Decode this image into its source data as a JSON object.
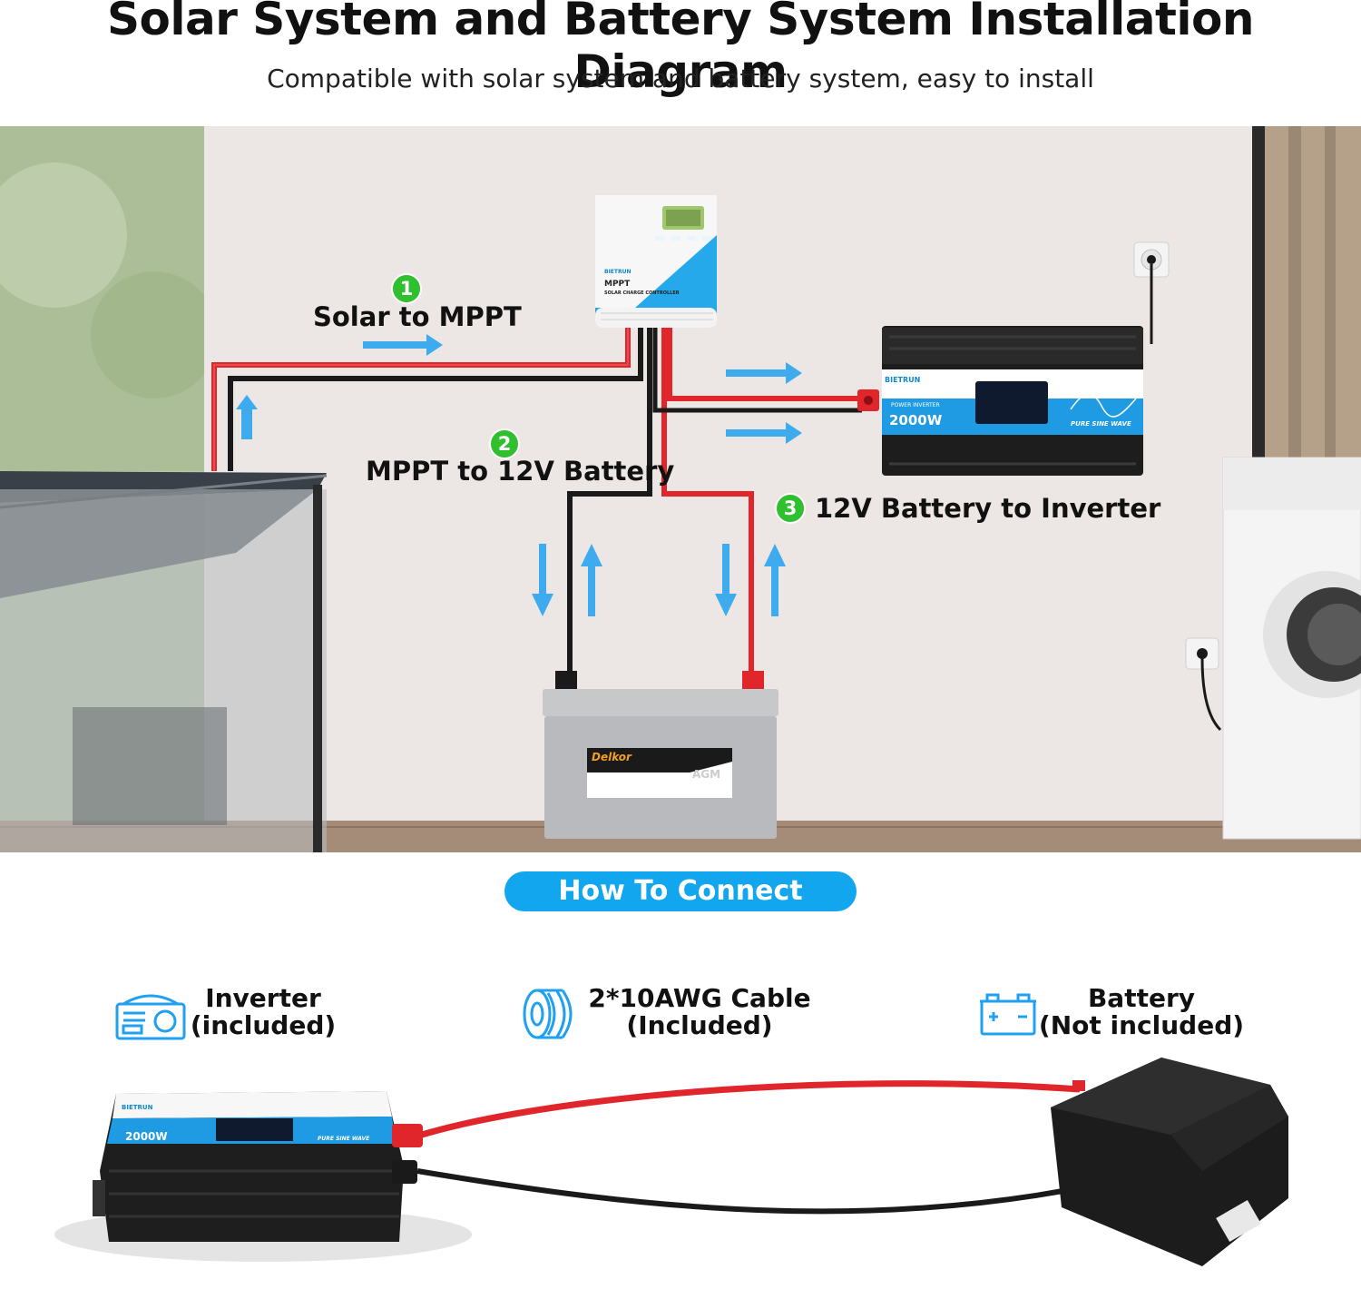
{
  "header": {
    "title": "Solar System and Battery System Installation Diagram",
    "subtitle": "Compatible with solar system and battery system, easy to install"
  },
  "steps": [
    {
      "num": "1",
      "label": "Solar to MPPT"
    },
    {
      "num": "2",
      "label": "MPPT to 12V Battery"
    },
    {
      "num": "3",
      "label": "12V Battery to Inverter"
    }
  ],
  "devices": {
    "controller": {
      "brand": "BIETRUN",
      "model": "MPPT",
      "desc": "SOLAR CHARGE CONTROLLER"
    },
    "inverter": {
      "brand": "BIETRUN",
      "type": "POWER INVERTER",
      "power": "2000W",
      "wave": "PURE SINE WAVE"
    },
    "battery": {
      "brand": "Delkor",
      "type": "AGM"
    }
  },
  "connect_button": "How To Connect",
  "items": [
    {
      "line1": "Inverter",
      "line2": "(included)",
      "icon": "inverter-icon"
    },
    {
      "line1": "2*10AWG Cable",
      "line2": "(Included)",
      "icon": "cable-coil-icon"
    },
    {
      "line1": "Battery",
      "line2": "(Not included)",
      "icon": "battery-icon"
    }
  ],
  "colors": {
    "accent": "#11a6ee",
    "step_green": "#2fbf2f",
    "cable_red": "#e0252b",
    "cable_black": "#1a1a1a",
    "arrow_blue": "#1fa0f0"
  }
}
